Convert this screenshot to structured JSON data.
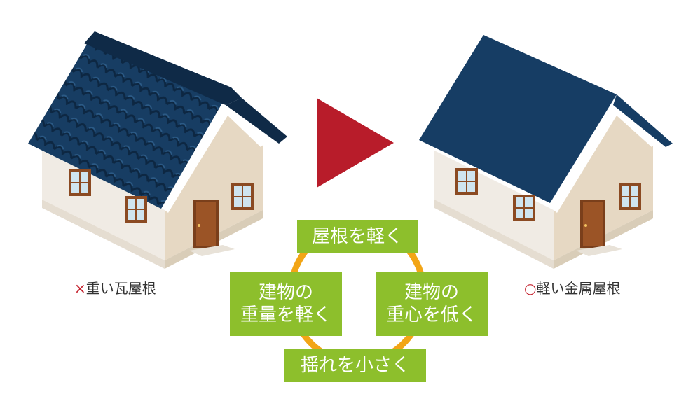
{
  "captions": {
    "left_mark": "×",
    "left": "重い瓦屋根",
    "right_mark": "○",
    "right": "軽い金属屋根"
  },
  "cycle": {
    "top": "屋根を軽く",
    "left_line1": "建物の",
    "left_line2": "重量を軽く",
    "right_line1": "建物の",
    "right_line2": "重心を低く",
    "bottom": "揺れを小さく"
  },
  "colors": {
    "roof_navy": "#163d64",
    "arrow_red": "#b81c2a",
    "box_green": "#8dbf2c",
    "ring_orange": "#f2a516",
    "wall_front": "#f0ebe4",
    "wall_gable": "#e6d8c3"
  }
}
